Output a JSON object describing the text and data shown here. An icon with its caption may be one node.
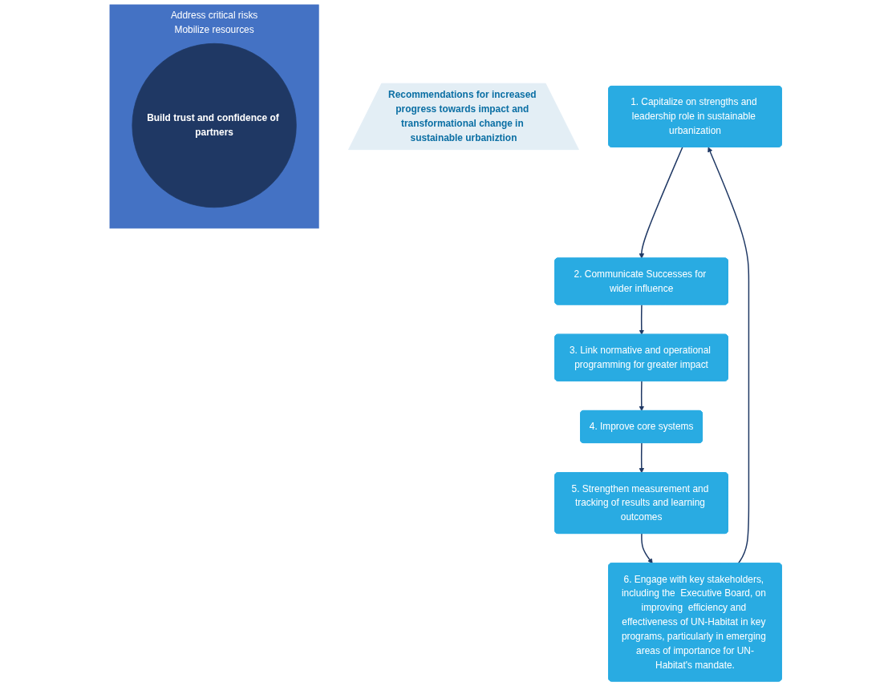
{
  "diagram": {
    "nodes": [
      {
        "text": [
          "Recommendations for increased progress towards impact and transformational change in sustainable urbaniztion"
        ]
      },
      {
        "text": [
          "1. Capitalize on strengths and leadership role in sustainable urbanization"
        ]
      },
      {
        "text": [
          "2. Communicate Successes for wider influence"
        ]
      },
      {
        "text": [
          "3. Link normative and operational programming for greater impact"
        ]
      },
      {
        "text": [
          "4. Improve core systems"
        ]
      },
      {
        "text": [
          "5. Strengthen measurement and tracking of results and learning outcomes"
        ]
      },
      {
        "text": [
          "6. Engage with key stakeholders, including the  Executive Board, on improving  efficiency and effectiveness of UN-Habitat in key programs, particularly in emerging areas of importance for UN-Habitat's mandate."
        ]
      },
      {
        "text": [
          "Address critical risks",
          "Mobilize resources"
        ]
      },
      {
        "text": [
          "Build trust and confidence of partners"
        ],
        "in": 7
      }
    ],
    "edges": [
      {
        "from": 1,
        "to": 2,
        "arrow": "to"
      },
      {
        "from": 2,
        "to": 3,
        "arrow": "to"
      },
      {
        "from": 3,
        "to": 4,
        "arrow": "to"
      },
      {
        "from": 4,
        "to": 5,
        "arrow": "to"
      },
      {
        "from": 5,
        "to": 6,
        "arrow": "to"
      },
      {
        "from": 6,
        "to": 1,
        "arrow": "to"
      }
    ]
  }
}
